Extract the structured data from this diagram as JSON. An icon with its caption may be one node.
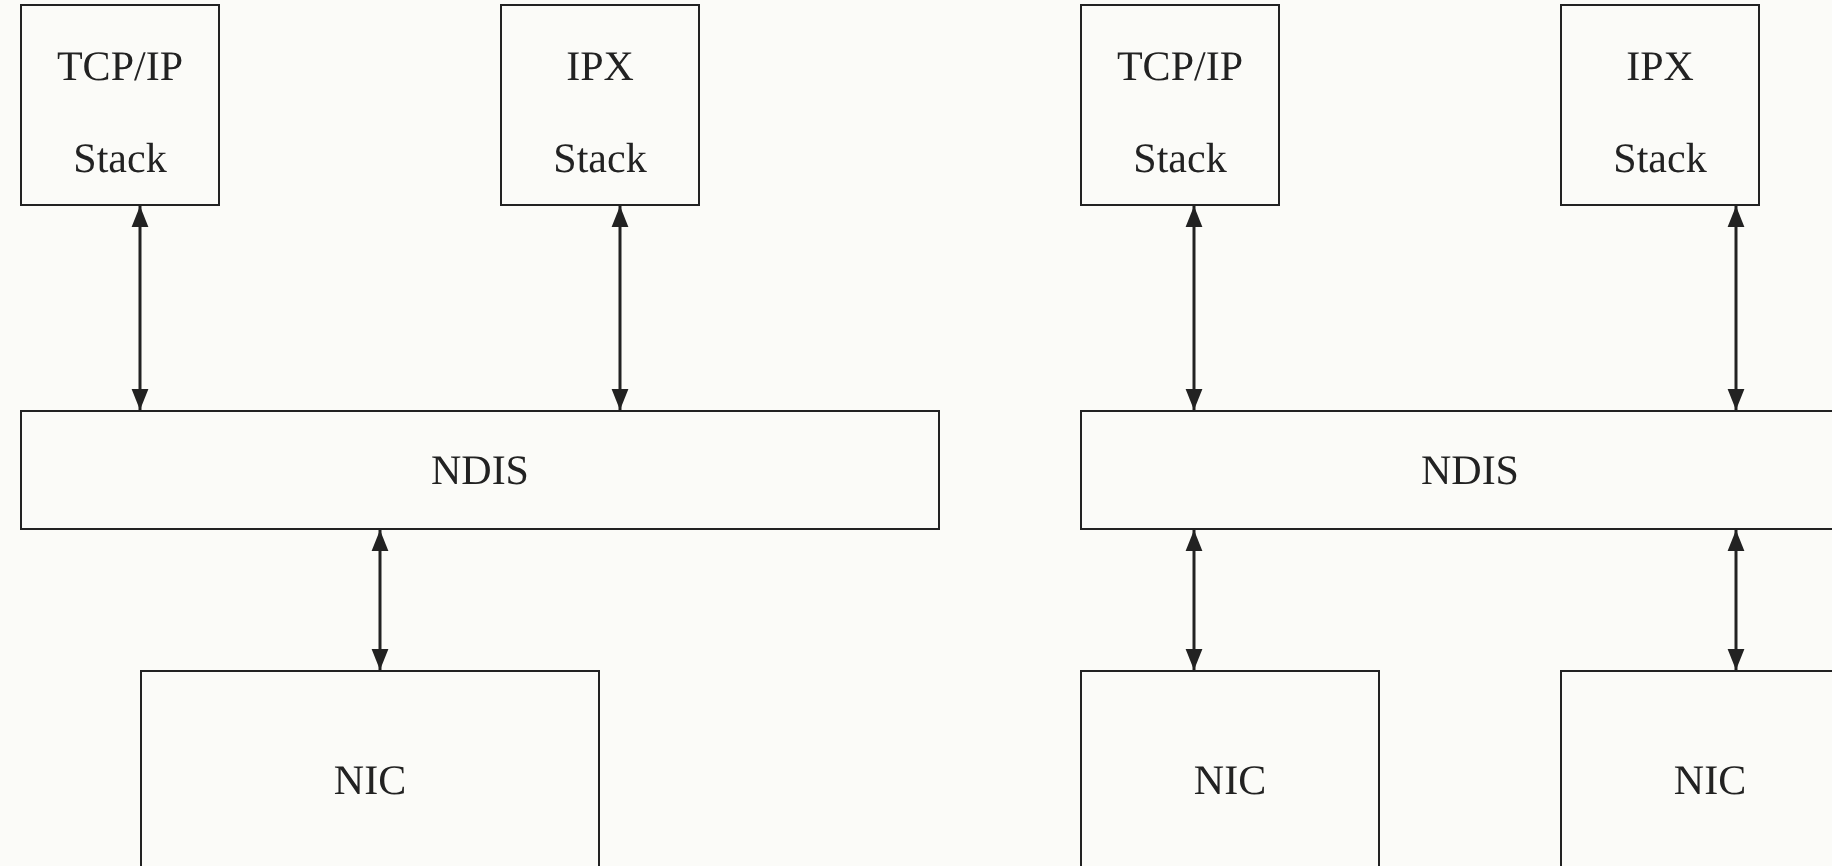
{
  "diagram": {
    "nodes": [
      {
        "text": [
          "TCP/IP Stack"
        ]
      },
      {
        "text": [
          "IPX Stack"
        ]
      },
      {
        "text": [
          "NDIS"
        ]
      },
      {
        "text": [
          "NIC"
        ]
      },
      {
        "text": [
          "TCP/IP Stack"
        ]
      },
      {
        "text": [
          "IPX Stack"
        ]
      },
      {
        "text": [
          "NDIS"
        ]
      },
      {
        "text": [
          "NIC"
        ]
      },
      {
        "text": [
          "NIC"
        ]
      }
    ],
    "edges": [
      {
        "from": 0,
        "to": 2,
        "arrow": "both"
      },
      {
        "from": 1,
        "to": 2,
        "arrow": "both"
      },
      {
        "from": 2,
        "to": 3,
        "arrow": "both"
      },
      {
        "from": 4,
        "to": 6,
        "arrow": "both"
      },
      {
        "from": 5,
        "to": 6,
        "arrow": "both"
      },
      {
        "from": 6,
        "to": 7,
        "arrow": "both"
      },
      {
        "from": 6,
        "to": 8,
        "arrow": "both"
      }
    ]
  }
}
